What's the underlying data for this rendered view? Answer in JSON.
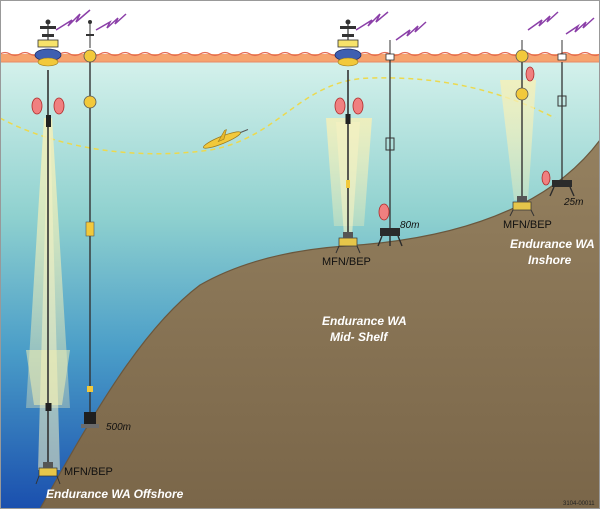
{
  "sites": [
    {
      "name": "Endurance WA Offshore",
      "lines": [
        "Endurance WA Offshore"
      ],
      "depth": "500m",
      "node": "MFN/BEP"
    },
    {
      "name": "Endurance WA Mid-Shelf",
      "lines": [
        "Endurance WA",
        "Mid- Shelf"
      ],
      "depth": "80m",
      "node": "MFN/BEP"
    },
    {
      "name": "Endurance WA Inshore",
      "lines": [
        "Endurance WA",
        "Inshore"
      ],
      "depth": "25m",
      "node": "MFN/BEP"
    }
  ],
  "figure_code": "3104-00011",
  "colors": {
    "sky": "#ffffff",
    "water_top": "#cfeee9",
    "water_mid": "#7bc7c9",
    "water_deep": "#1f5fb5",
    "surface": "#f4a06b",
    "seafloor": "#8a7657",
    "beam": "#f3eeb0",
    "glider_path": "#e9d84c",
    "signal": "#8b3fa8"
  },
  "icons": [
    "surface-buoy-icon",
    "telemetry-signal-icon",
    "profiler-icon",
    "glider-icon",
    "seafloor-platform-icon",
    "anchor-icon"
  ]
}
